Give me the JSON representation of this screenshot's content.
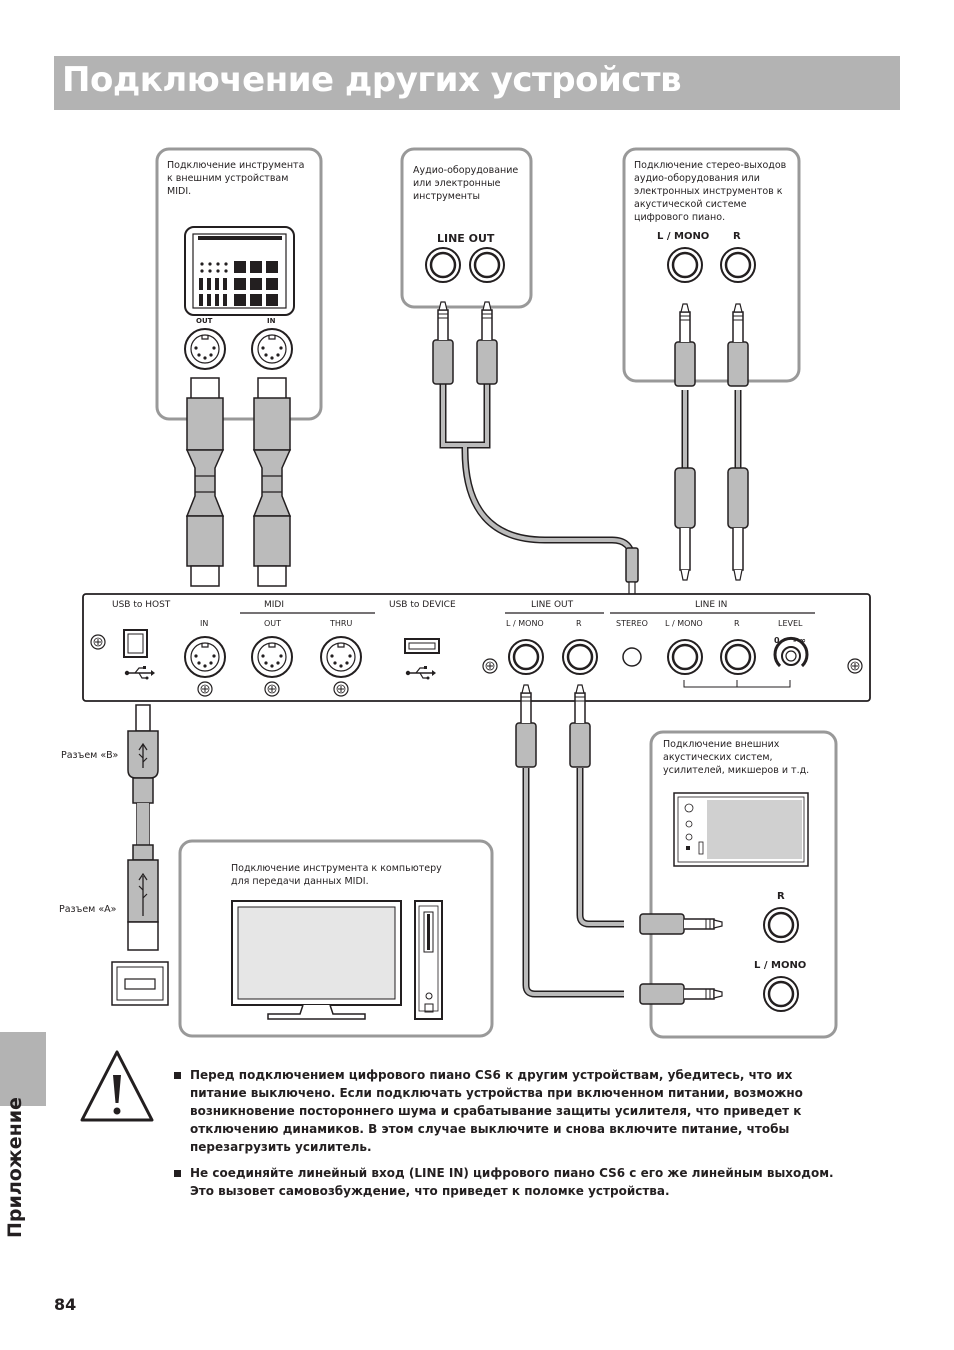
{
  "page": {
    "title": "Подключение других устройств",
    "section": "Приложение",
    "page_number": "84"
  },
  "notes": {
    "midi_external": "Подключение инструмента к внешним устройствам MIDI.",
    "audio_equipment": "Аудио-оборудование или электронные инструменты",
    "stereo_outputs": "Подключение стерео-выходов аудио-оборудования или электронных инструментов к акустической системе цифрового пиано.",
    "speakers": "Подключение внешних акустических систем, усилителей, микшеров и т.д.",
    "computer": "Подключение инструмента к компьютеру для передачи данных MIDI."
  },
  "device_labels": {
    "midi_out": "OUT",
    "midi_in": "IN",
    "audio_line_out": "LINE OUT",
    "stereo_l_mono": "L / MONO",
    "stereo_r": "R",
    "speaker_r": "R",
    "speaker_l_mono": "L / MONO"
  },
  "panel": {
    "usb_host": "USB to HOST",
    "midi": "MIDI",
    "midi_in": "IN",
    "midi_out": "OUT",
    "midi_thru": "THRU",
    "usb_device": "USB to DEVICE",
    "line_out": "LINE OUT",
    "line_out_l_mono": "L / MONO",
    "line_out_r": "R",
    "stereo": "STEREO",
    "line_in": "LINE IN",
    "line_in_l_mono": "L / MONO",
    "line_in_r": "R",
    "level": "LEVEL",
    "level_min": "0",
    "level_max": "- ∞"
  },
  "connectors": {
    "b": "Разъем «B»",
    "a": "Разъем «A»"
  },
  "warnings": [
    "Перед подключением цифрового пиано CS6 к другим устройствам, убедитесь, что их питание выключено. Если подключать устройства при включенном питании, возможно возникновение постороннего шума и срабатывание защиты усилителя, что приведет к отключению динамиков. В этом случае выключите и снова включите питание, чтобы перезагрузить усилитель.",
    "Не соединяйте линейный вход (LINE IN) цифрового пиано CS6 с его же линейным выходом. Это вызовет самовозбуждение, что приведет к поломке устройства."
  ],
  "colors": {
    "title_bar": "#b3b3b3",
    "cable": "#bbbbbb",
    "outline": "#231f20"
  }
}
